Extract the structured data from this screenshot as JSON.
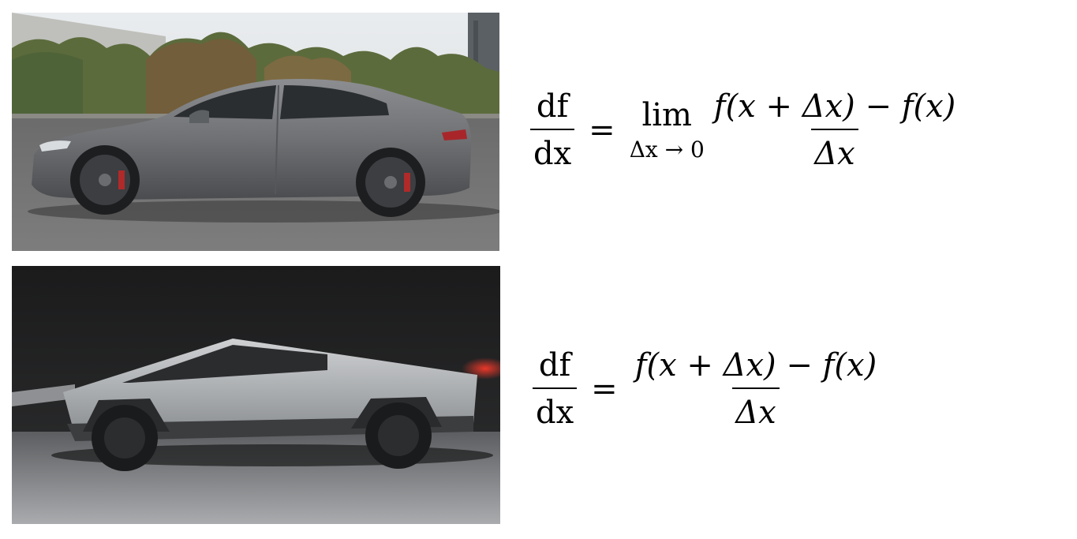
{
  "images": {
    "top": {
      "subject": "grey sedan side view on asphalt with shrubs behind"
    },
    "bottom": {
      "subject": "angular stainless-steel pickup truck side view in dark studio"
    }
  },
  "formulas": {
    "top": {
      "lhs_num": "df",
      "lhs_den": "dx",
      "eq": "=",
      "lim": "lim",
      "lim_sub": "Δx → 0",
      "rhs_num": "f(x + Δx) − f(x)",
      "rhs_den": "Δx"
    },
    "bottom": {
      "lhs_num": "df",
      "lhs_den": "dx",
      "eq": "=",
      "rhs_num": "f(x + Δx) − f(x)",
      "rhs_den": "Δx"
    }
  }
}
